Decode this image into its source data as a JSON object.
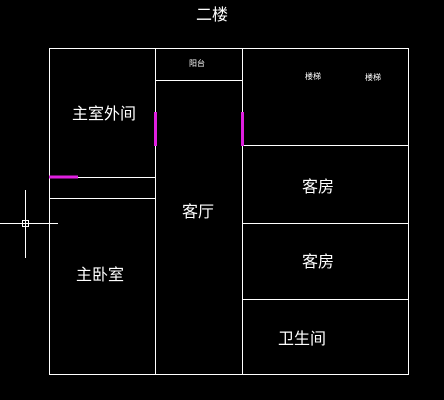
{
  "floor_title": "二楼",
  "rooms": {
    "balcony": "阳台",
    "stair_1": "楼梯",
    "stair_2": "楼梯",
    "master_outer": "主室外间",
    "living_room": "客厅",
    "guest_room_1": "客房",
    "guest_room_2": "客房",
    "master_bedroom": "主卧室",
    "bathroom": "卫生间"
  },
  "colors": {
    "background": "#000000",
    "walls": "#ffffff",
    "doors": "#e020e0",
    "text": "#ffffff"
  },
  "icons": [
    "crosshair-cursor-icon"
  ]
}
